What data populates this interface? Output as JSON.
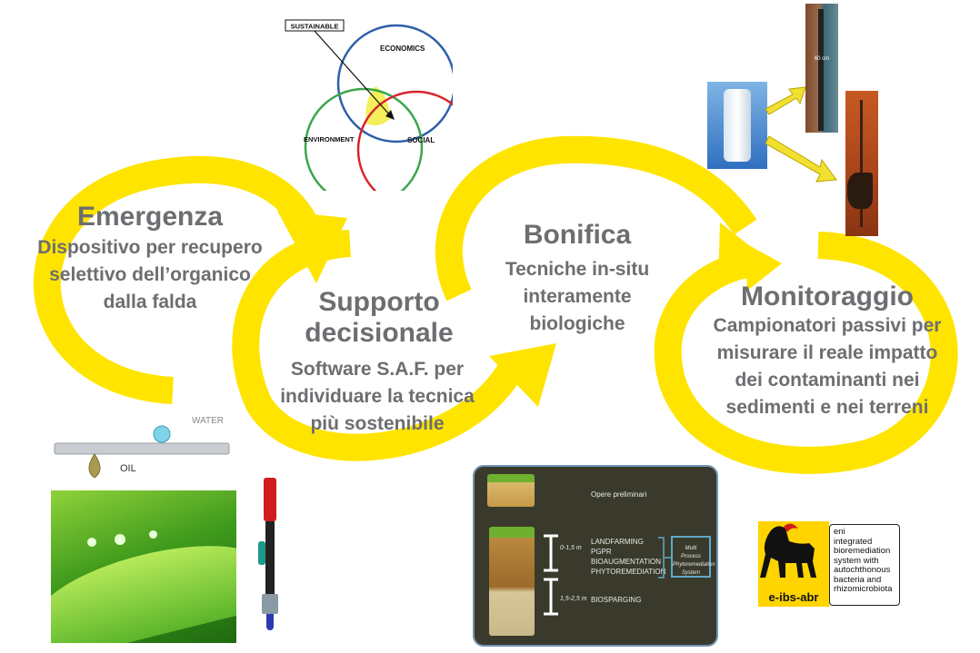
{
  "colors": {
    "arrow": "#ffe400",
    "title_text": "#6d6e71"
  },
  "stages": [
    {
      "title": "Emergenza",
      "desc": [
        "Dispositivo per recupero",
        "selettivo dell’organico",
        "dalla falda"
      ]
    },
    {
      "title": [
        "Supporto",
        "decisionale"
      ],
      "desc": [
        "Software S.A.F. per",
        "individuare la tecnica",
        "più sostenibile"
      ]
    },
    {
      "title": "Bonifica",
      "desc": [
        "Tecniche in-situ",
        "interamente",
        "biologiche"
      ]
    },
    {
      "title": "Monitoraggio",
      "desc": [
        "Campionatori passivi per",
        "misurare il reale impatto",
        "dei contaminanti nei",
        "sedimenti e nei terreni"
      ]
    }
  ],
  "venn": {
    "callout": "SUSTAINABLE",
    "circles": [
      "ECONOMICS",
      "ENVIRONMENT",
      "SOCIAL"
    ]
  },
  "oil_water": {
    "water_label": "WATER",
    "oil_label": "OIL"
  },
  "panel": {
    "rows": [
      "Opere preliminari",
      "LANDFARMING",
      "PGPR",
      "BIOAUGMENTATION",
      "PHYTOREMEDIATION",
      "BIOSPARGING"
    ],
    "depths": [
      "0-1,5 m",
      "1,5-2,5 m"
    ],
    "box": [
      "Multi",
      "Process",
      "Phytoremediation",
      "System"
    ]
  },
  "sampler": {
    "label": "60 cm"
  },
  "eni": {
    "logo_text": "e-ibs-abr",
    "desc": [
      "eni",
      "integrated",
      "bioremediation",
      "system with",
      "autochthonous",
      "bacteria and",
      "rhizomicrobiota"
    ]
  }
}
